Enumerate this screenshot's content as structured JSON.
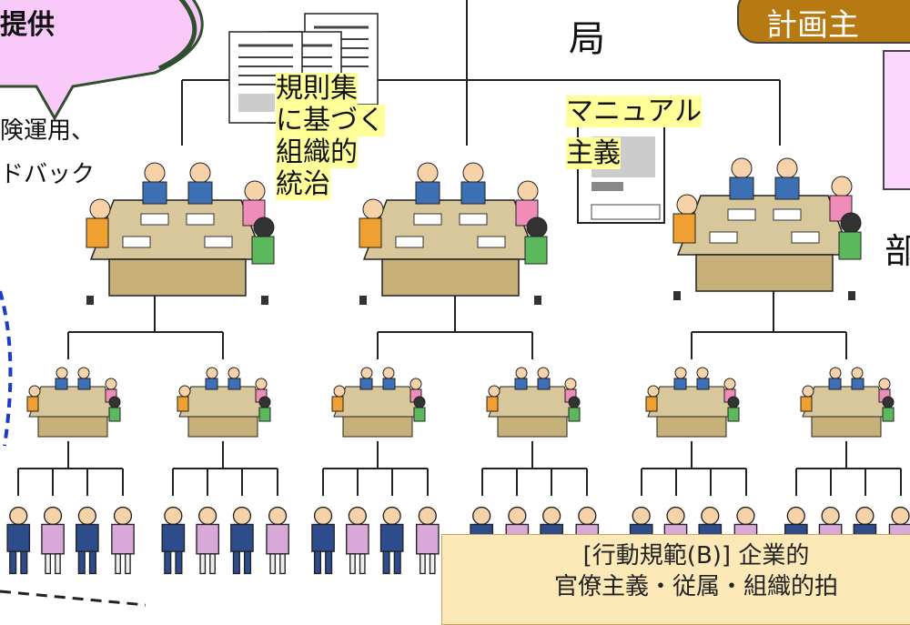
{
  "callout": {
    "title": "提供",
    "lines": [
      "険運用、",
      "ドバック"
    ]
  },
  "top_label": "局",
  "plan_tab": "計画主",
  "department_label": "部",
  "rules_label": [
    "規則集",
    "に基づく",
    "組織的",
    "統治"
  ],
  "manual_label": [
    "マニュアル",
    "主義"
  ],
  "bottom_banner": {
    "line1": "[行動規範(B)] 企業的",
    "line2": "官僚主義・従属・組織的拍"
  },
  "colors": {
    "callout_fill": "#f9c9f9",
    "callout_outline": "#2f4f2f",
    "plan_tab": "#b77a12",
    "highlight": "#ffff99",
    "table": "#d8c79a",
    "banner": "#fde8b8",
    "dashed_boundary": "#1a3ccc"
  }
}
